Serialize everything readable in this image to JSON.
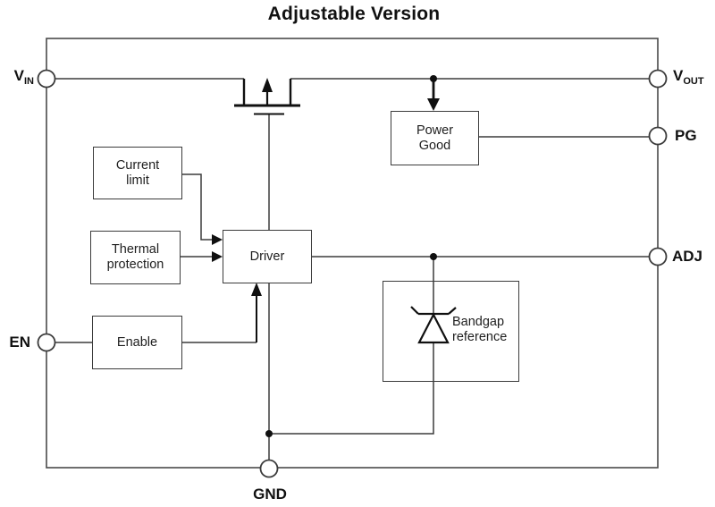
{
  "title": "Adjustable Version",
  "pins": {
    "vin": {
      "label": "V",
      "sub": "IN"
    },
    "vout": {
      "label": "V",
      "sub": "OUT"
    },
    "pg": {
      "label": "PG"
    },
    "adj": {
      "label": "ADJ"
    },
    "en": {
      "label": "EN"
    },
    "gnd": {
      "label": "GND"
    }
  },
  "blocks": {
    "current_limit": {
      "label": "Current\nlimit"
    },
    "thermal_protection": {
      "label": "Thermal\nprotection"
    },
    "enable": {
      "label": "Enable"
    },
    "driver": {
      "label": "Driver"
    },
    "power_good": {
      "label": "Power\nGood"
    },
    "bandgap": {
      "label": "Bandgap\nreference"
    }
  },
  "colors": {
    "wire": "#3b3b3b",
    "symbol": "#101010",
    "background": "#ffffff",
    "text": "#1e1e1e"
  }
}
